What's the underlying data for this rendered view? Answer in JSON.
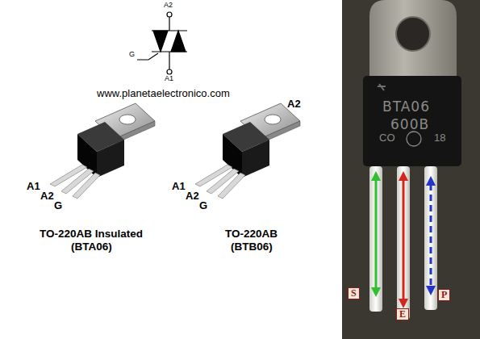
{
  "diagram": {
    "labels": [
      "A2",
      "G",
      "A1",
      "www.planetaelectronico.com",
      "A1",
      "A2",
      "G",
      "A2",
      "A1",
      "A2",
      "G",
      "TO-220AB Insulated",
      "(BTA06)",
      "TO-220AB",
      "(BTB06)",
      "BTA06",
      "600B",
      "CO",
      "18",
      "S",
      "E",
      "P"
    ]
  }
}
